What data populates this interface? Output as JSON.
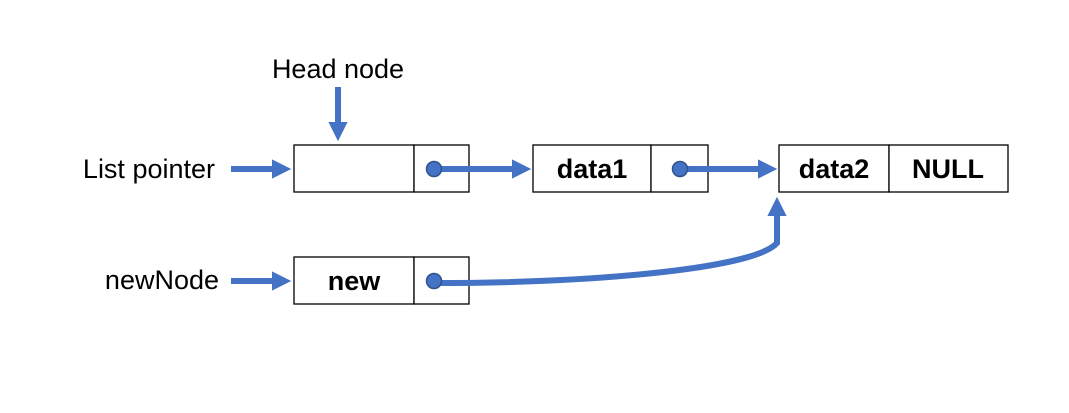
{
  "labels": {
    "head_node": "Head node",
    "list_pointer": "List pointer",
    "new_node": "newNode"
  },
  "nodes": {
    "head": {
      "data": ""
    },
    "node1": {
      "data": "data1"
    },
    "node2": {
      "data": "data2",
      "next": "NULL"
    },
    "new": {
      "data": "new"
    }
  },
  "colors": {
    "arrow": "#4472C4",
    "dot_fill": "#4472C4",
    "dot_stroke": "#2F528F",
    "box_stroke": "#000000"
  }
}
